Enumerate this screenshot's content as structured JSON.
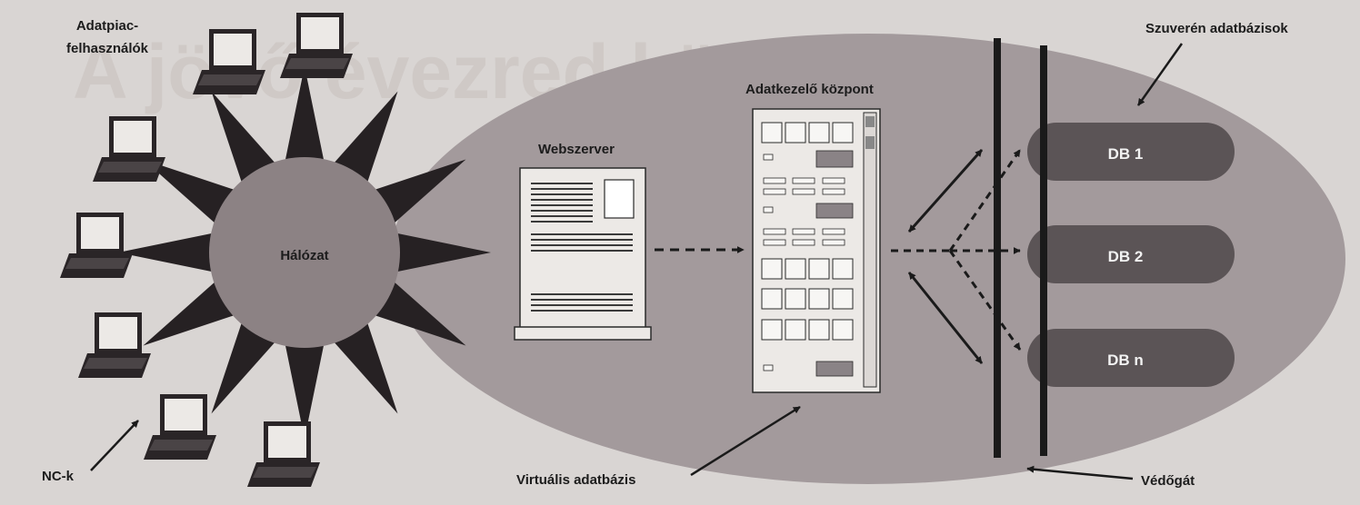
{
  "diagram": {
    "watermark": "A jövő évezred központja",
    "labels": {
      "users": [
        "Adatpiac-",
        "felhasználók"
      ],
      "network": "Hálózat",
      "webserver": "Webszerver",
      "data_center": "Adatkezelő központ",
      "sovereign_dbs": "Szuverén adatbázisok",
      "virtual_db": "Virtuális adatbázis",
      "firewall": "Védőgát",
      "nc": "NC-k"
    },
    "databases": [
      "DB 1",
      "DB 2",
      "DB n"
    ],
    "colors": {
      "background": "#d9d5d3",
      "ellipse": "#a39a9c",
      "star": "#262123",
      "network_circle": "#8c8284",
      "db_pill": "#5b5456",
      "line": "#1a1a1a",
      "device": "#ece9e6"
    }
  }
}
